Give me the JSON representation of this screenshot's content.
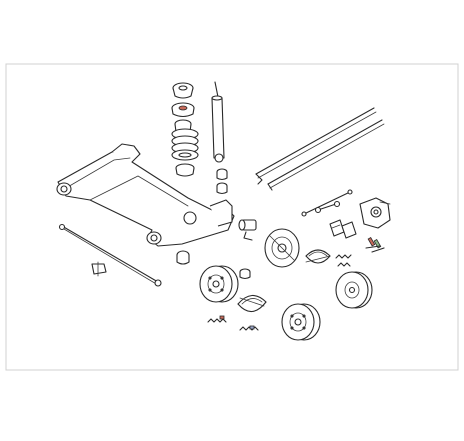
{
  "diagram": {
    "type": "exploded-parts-drawing",
    "colors": {
      "frame": "#d0d0d0",
      "line": "#2a2a2a",
      "accent_red": "#c86a5a",
      "accent_green": "#8fb98a",
      "accent_blue": "#9aa7c9"
    },
    "parts": [
      {
        "name": "strut-mount-top"
      },
      {
        "name": "strut-bearing"
      },
      {
        "name": "bump-stop"
      },
      {
        "name": "coil-spring"
      },
      {
        "name": "spring-seat"
      },
      {
        "name": "shock-absorber"
      },
      {
        "name": "shock-bushing-set"
      },
      {
        "name": "rear-axle-beam"
      },
      {
        "name": "axle-mount-bushing"
      },
      {
        "name": "subframe-bushing"
      },
      {
        "name": "parking-brake-cables"
      },
      {
        "name": "brake-line"
      },
      {
        "name": "brake-hose"
      },
      {
        "name": "brake-caliper"
      },
      {
        "name": "brake-pads"
      },
      {
        "name": "caliper-bolts-kit"
      },
      {
        "name": "brake-disc-backing-plate"
      },
      {
        "name": "brake-shoe-set-upper"
      },
      {
        "name": "brake-shoe-set-lower"
      },
      {
        "name": "brake-drum-left"
      },
      {
        "name": "brake-drum-right"
      },
      {
        "name": "brake-disc"
      },
      {
        "name": "return-springs-upper"
      },
      {
        "name": "return-springs-lower"
      },
      {
        "name": "wheel-cylinder"
      },
      {
        "name": "tension-rod"
      },
      {
        "name": "mounting-clamp"
      }
    ]
  }
}
